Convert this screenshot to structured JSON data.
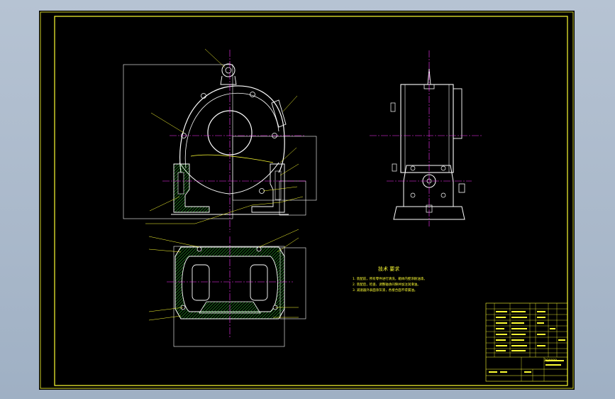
{
  "tech_requirements": {
    "title": "技术 要求",
    "lines": [
      "1. 装配前，所有零件进行清洗，箱体内壁涂耐油漆。",
      "2. 装配后，检查、调整轴承间隙并加注润滑油。",
      "3. 减速器外表面涂灰漆，各接合面不得漏油。"
    ]
  },
  "title_block": {
    "drawing_no": "ZQ0000"
  },
  "colors": {
    "background": "#000000",
    "border": "#ffff33",
    "outline": "#ffffff",
    "centerline": "#ff33ff",
    "section_hatch": "#33cc33",
    "leader": "#ffff33"
  }
}
